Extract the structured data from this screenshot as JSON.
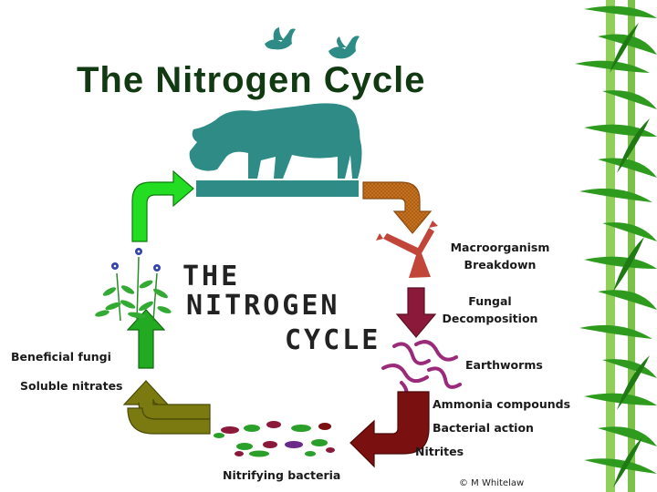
{
  "slide": {
    "title": "The Nitrogen Cycle"
  },
  "emblem": {
    "line1": "THE",
    "line2": "NITROGEN",
    "line3": "CYCLE"
  },
  "labels": {
    "macro_1": "Macroorganism",
    "macro_2": "Breakdown",
    "fungal_1": "Fungal",
    "fungal_2": "Decomposition",
    "earthworms": "Earthworms",
    "ammonia": "Ammonia compounds",
    "bacterial": "Bacterial action",
    "nitrites": "Nitrites",
    "nitrifying": "Nitrifying bacteria",
    "soluble": "Soluble nitrates",
    "fungi": "Beneficial fungi",
    "credit": "© M Whitelaw"
  },
  "colors": {
    "title": "#123a12",
    "cow": "#2e8b85",
    "arrow_green": "#22dd22",
    "arrow_orange": "#cc7722",
    "arrow_maroon": "#8b1a3a",
    "arrow_darkred": "#7a1010",
    "arrow_olive": "#7a7a10",
    "bamboo": "#2e9a1e"
  },
  "icons": [
    "bird-icon",
    "cow-icon",
    "fungus-icon",
    "earthworm-icon",
    "bacteria-icon",
    "plant-icon",
    "bamboo-border-icon"
  ]
}
